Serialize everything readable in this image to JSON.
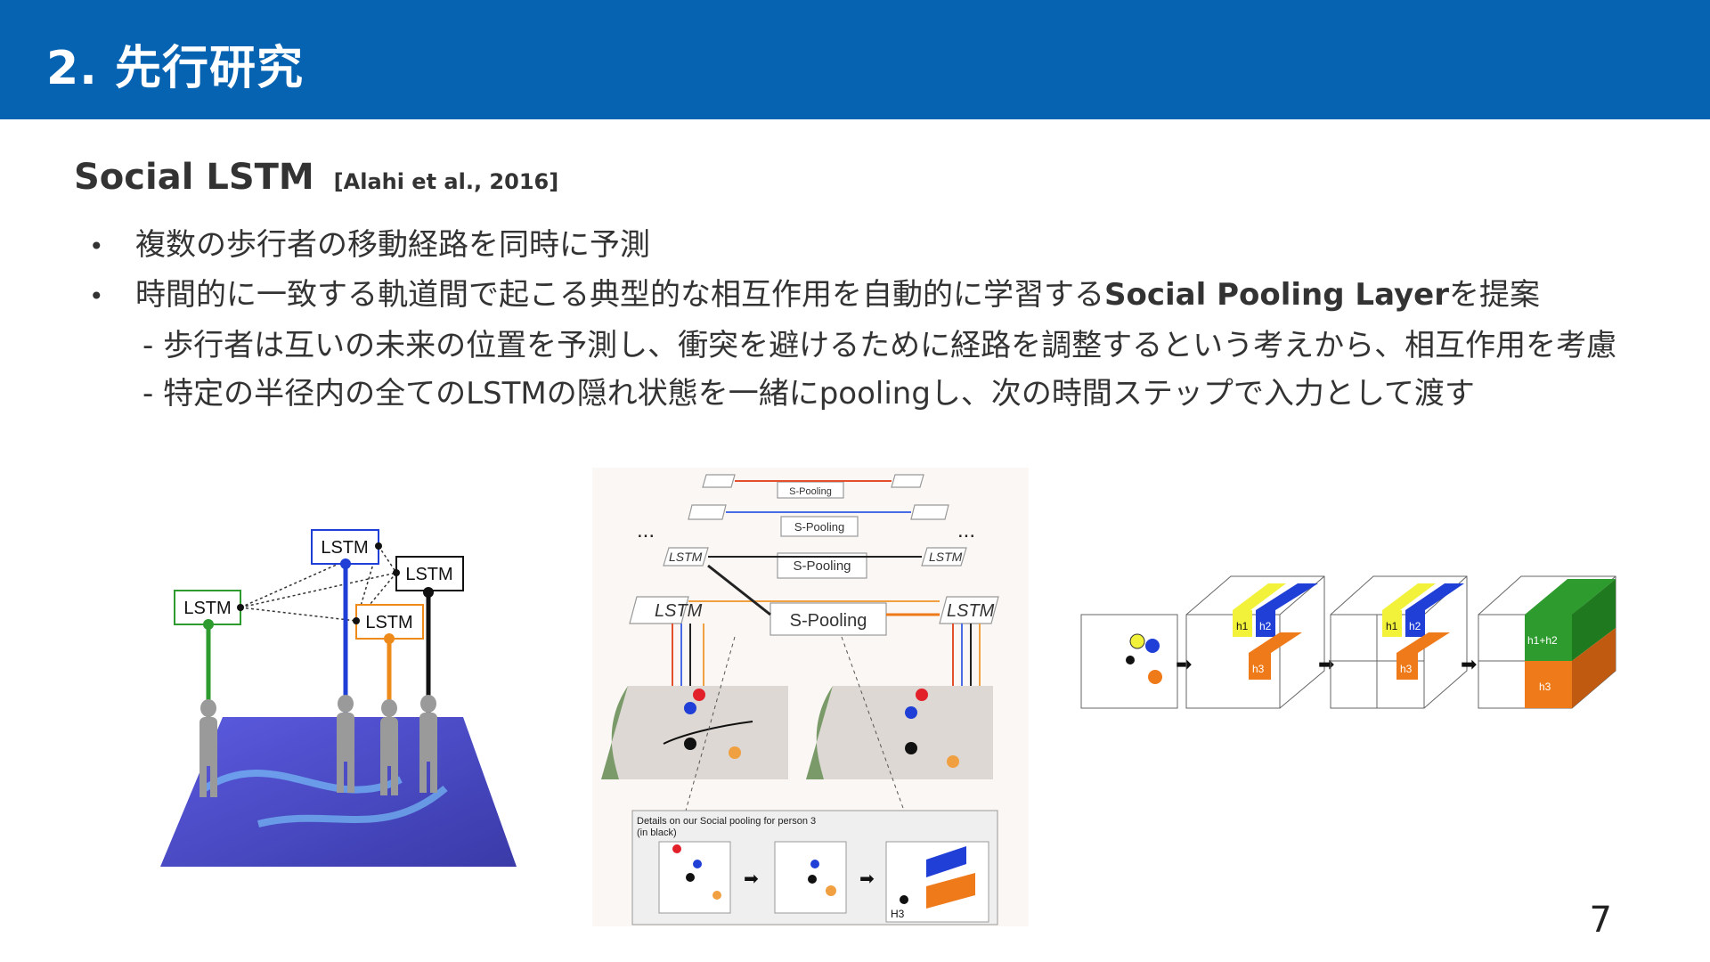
{
  "header": {
    "title": "2. 先行研究"
  },
  "section": {
    "title": "Social LSTM",
    "citation": "[Alahi et al., 2016]"
  },
  "bullets": [
    {
      "text": "複数の歩行者の移動経路を同時に予測"
    },
    {
      "text": "時間的に一致する軌道間で起こる典型的な相互作用を自動的に学習する",
      "bold": "Social Pooling Layer",
      "suffix": "を提案"
    }
  ],
  "sub_bullets": [
    "- 歩行者は互いの未来の位置を予測し、衝突を避けるために経路を調整するという考えから、相互作用を考慮",
    "- 特定の半径内の全てのLSTMの隠れ状態を一緒にpoolingし、次の時間ステップで入力として渡す"
  ],
  "figure1": {
    "labels": [
      "LSTM",
      "LSTM",
      "LSTM",
      "LSTM"
    ]
  },
  "figure2": {
    "lstm_label": "LSTM",
    "pool_label": "S-Pooling",
    "ellipsis": "...",
    "caption": "Details on our Social pooling for person 3",
    "caption2": "(in black)",
    "h3": "H3"
  },
  "figure3": {
    "h1": "h1",
    "h2": "h2",
    "h3": "h3",
    "h12": "h1+h2"
  },
  "colors": {
    "header": "#0563b1",
    "green": "#2e9b2e",
    "blue": "#1f3fd6",
    "orange": "#ee7a1a",
    "yellow": "#f2f23a"
  },
  "page_number": "7"
}
